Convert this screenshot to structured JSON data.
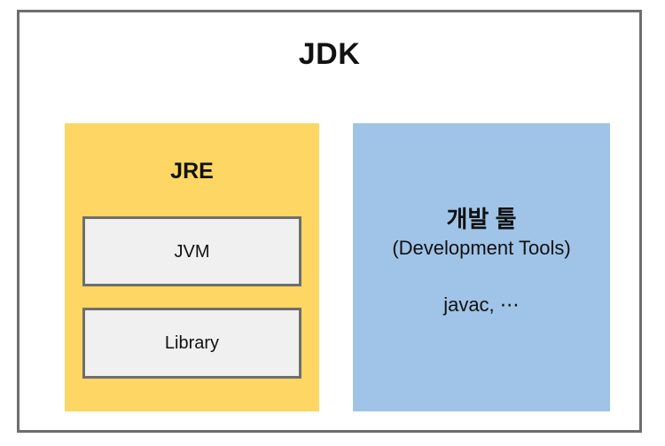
{
  "diagram": {
    "type": "nested-block-diagram",
    "title": "JDK",
    "background_color": "#ffffff",
    "border_color": "#6e6e6e",
    "blocks": {
      "jre": {
        "label": "JRE",
        "fill_color": "#fdd663",
        "children": [
          {
            "label": "JVM",
            "fill_color": "#f0f0f0",
            "border_color": "#6e6e6e"
          },
          {
            "label": "Library",
            "fill_color": "#f0f0f0",
            "border_color": "#6e6e6e"
          }
        ]
      },
      "development_tools": {
        "label": "개발 툴",
        "sublabel": "(Development Tools)",
        "items": "javac, ⋯",
        "fill_color": "#9fc4e7"
      }
    }
  }
}
